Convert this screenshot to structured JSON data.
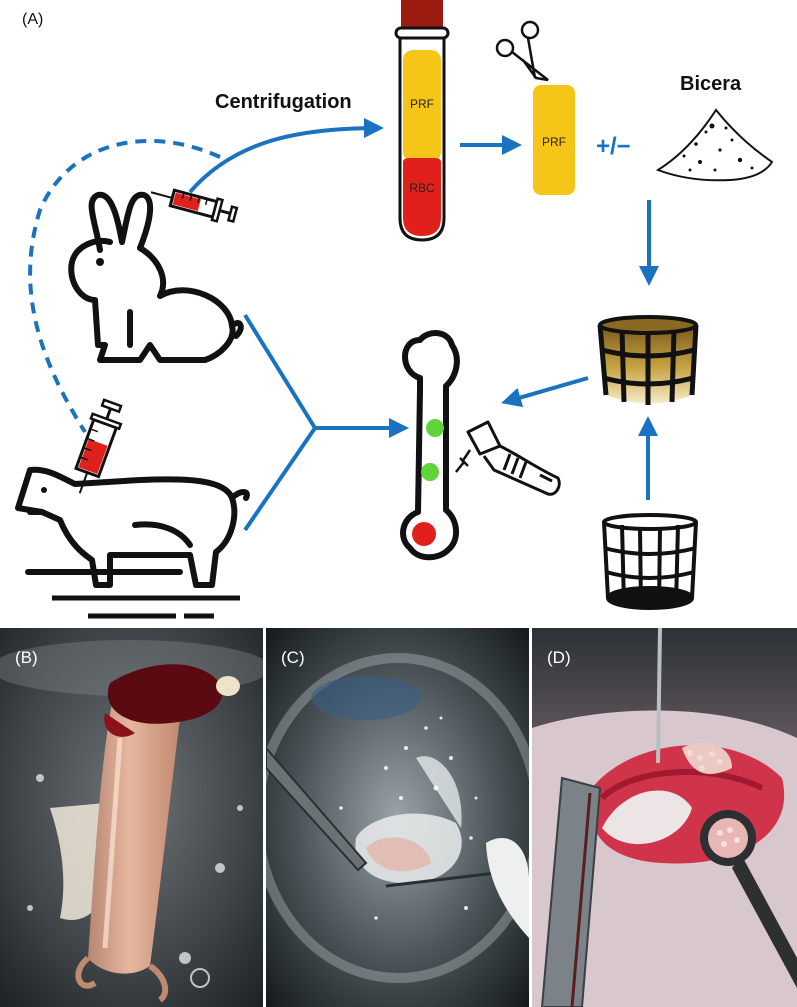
{
  "panel_a": {
    "label": "(A)",
    "centrifugation_label": "Centrifugation",
    "prf_tube_label": "PRF",
    "rbc_label": "RBC",
    "prf_cut_label": "PRF",
    "plus_minus_label": "+/−",
    "bicera_label": "Bicera"
  },
  "panel_b": {
    "label": "(B)"
  },
  "panel_c": {
    "label": "(C)"
  },
  "panel_d": {
    "label": "(D)"
  },
  "colors": {
    "arrow_blue": "#1a73c0",
    "prf_yellow": "#f5c518",
    "rbc_red": "#e0201a",
    "tube_dark_red": "#9b1b10",
    "defect_green": "#5ed43a",
    "scaffold_gold": "#c8a23c"
  }
}
